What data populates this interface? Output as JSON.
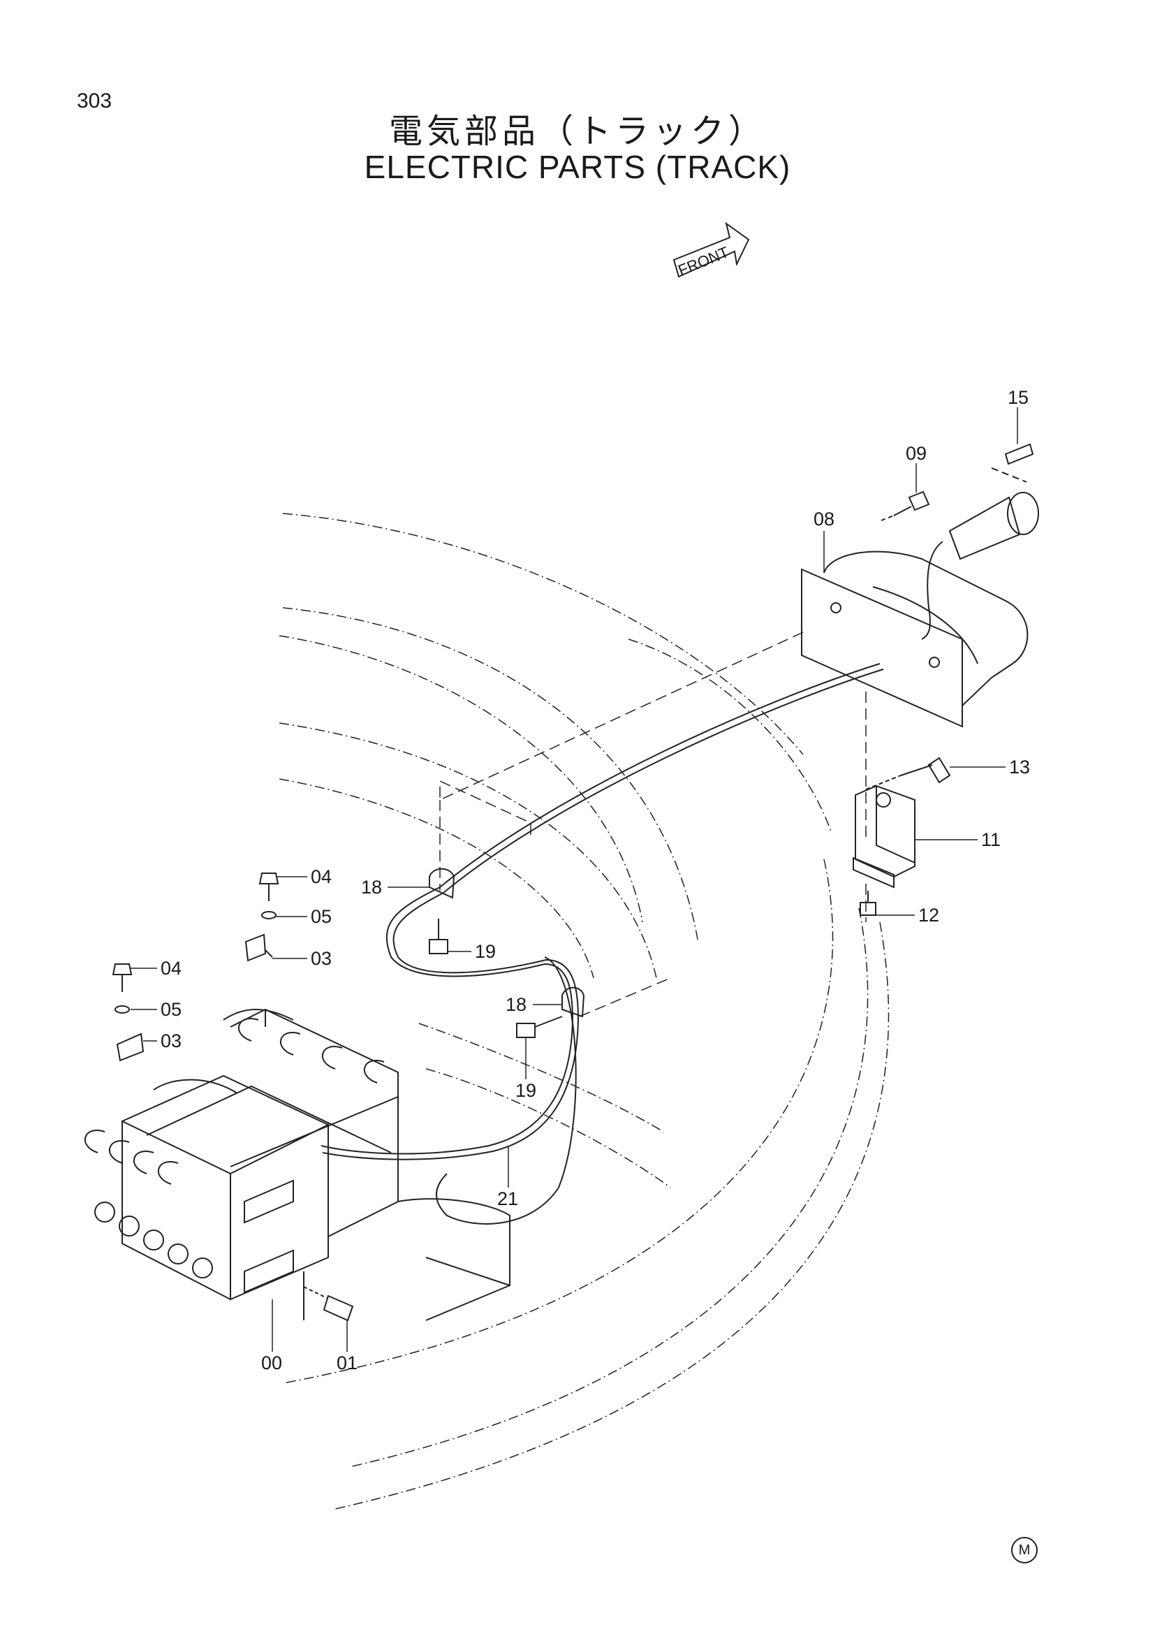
{
  "page_number": "303",
  "title_jp": "電気部品（トラック）",
  "title_en": "ELECTRIC PARTS (TRACK)",
  "front_label": "FRONT",
  "corner_mark": "M",
  "callouts": {
    "c15": "15",
    "c09": "09",
    "c08": "08",
    "c13": "13",
    "c11": "11",
    "c12": "12",
    "c04a": "04",
    "c05a": "05",
    "c03a": "03",
    "c04b": "04",
    "c05b": "05",
    "c03b": "03",
    "c18a": "18",
    "c19a": "19",
    "c18b": "18",
    "c19b": "19",
    "c21": "21",
    "c00": "00",
    "c01": "01"
  }
}
